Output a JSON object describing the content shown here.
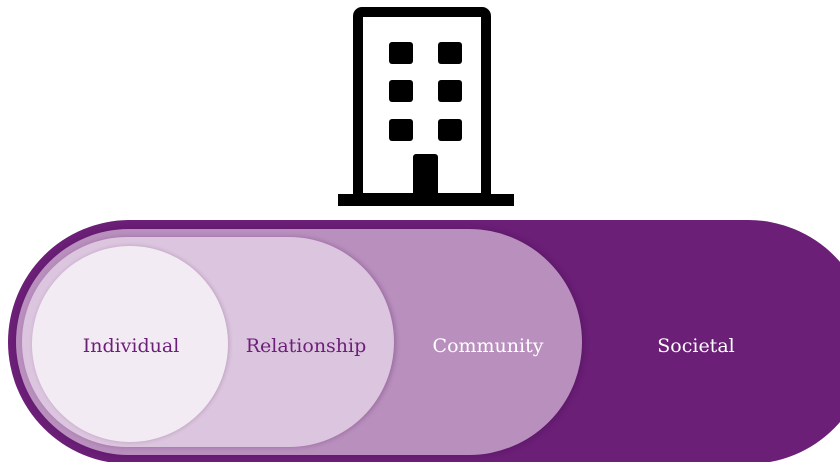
{
  "icon": "office-building-icon",
  "levels": [
    {
      "label": "Individual",
      "fill": "#f3ebf4",
      "text_color": "#6c1f78"
    },
    {
      "label": "Relationship",
      "fill": "#dcc5de",
      "text_color": "#6c1f78"
    },
    {
      "label": "Community",
      "fill": "#b98fbe",
      "text_color": "#ffffff"
    },
    {
      "label": "Societal",
      "fill": "#6b1f77",
      "text_color": "#ffffff"
    }
  ]
}
